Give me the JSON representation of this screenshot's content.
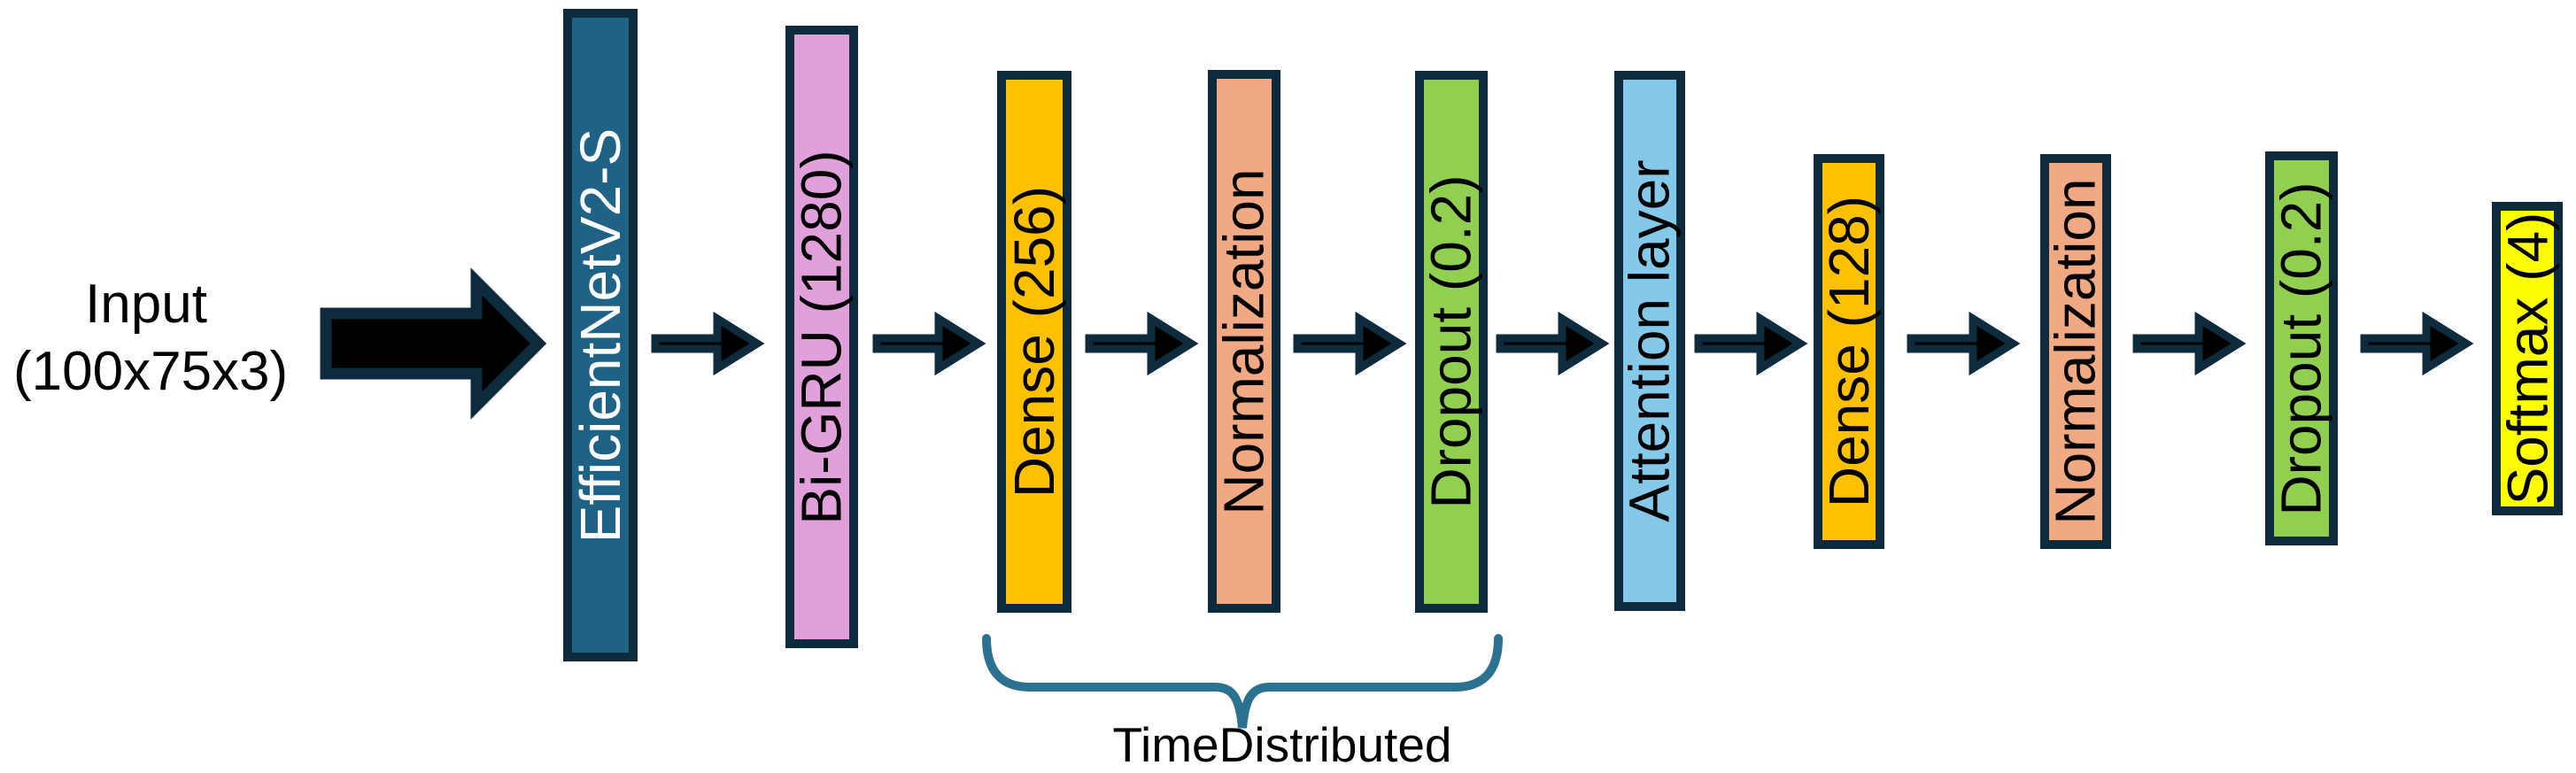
{
  "diagram": {
    "input_label": {
      "line1": "Input",
      "line2": "(100x75x3)"
    },
    "layers": [
      {
        "label": "EfficientNetV2-S",
        "fill": "#1E6385",
        "text_color": "#FFFFFF"
      },
      {
        "label": "Bi-GRU (1280)",
        "fill": "#E19FDC",
        "text_color": "#000000"
      },
      {
        "label": "Dense (256)",
        "fill": "#FFC000",
        "text_color": "#000000"
      },
      {
        "label": "Normalization",
        "fill": "#F1A983",
        "text_color": "#000000"
      },
      {
        "label": "Dropout (0.2)",
        "fill": "#90CF50",
        "text_color": "#000000"
      },
      {
        "label": "Attention layer",
        "fill": "#85C9EA",
        "text_color": "#000000"
      },
      {
        "label": "Dense (128)",
        "fill": "#FFC000",
        "text_color": "#000000"
      },
      {
        "label": "Normalization",
        "fill": "#F1A983",
        "text_color": "#000000"
      },
      {
        "label": "Dropout (0.2)",
        "fill": "#90CF50",
        "text_color": "#000000"
      },
      {
        "label": "Softmax (4)",
        "fill": "#FDFD00",
        "text_color": "#000000"
      }
    ],
    "group_annotation": {
      "label": "TimeDistributed",
      "brace_color": "#2B7291"
    },
    "colors": {
      "layer_border": "#0D2B3C",
      "arrow_fill": "#000000",
      "arrow_outline": "#0D2B3C",
      "background": "#FFFFFF",
      "text": "#000000"
    }
  }
}
